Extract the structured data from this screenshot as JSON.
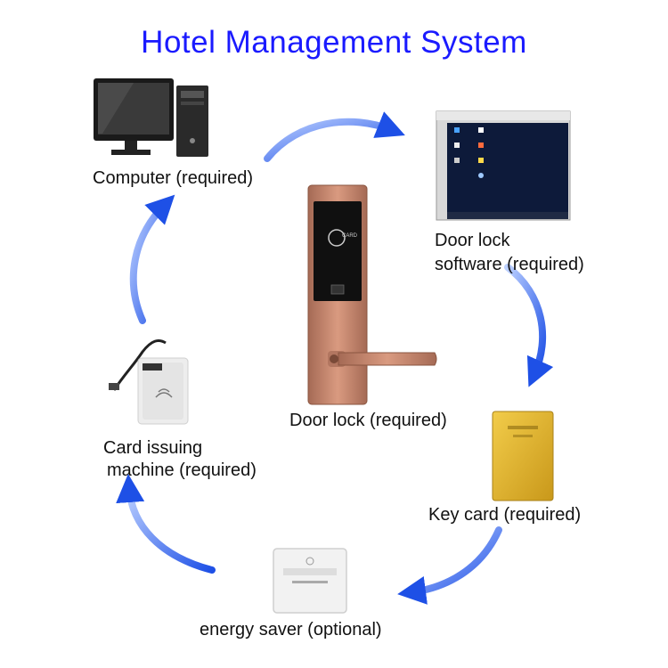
{
  "title": "Hotel Management System",
  "nodes": {
    "computer": {
      "label": "Computer (required)"
    },
    "software": {
      "label_line1": "Door lock",
      "label_line2": "software (required)"
    },
    "door_lock": {
      "label": "Door lock (required)",
      "card_mark": "CARD"
    },
    "key_card": {
      "label": "Key card (required)"
    },
    "energy_saver": {
      "label": "energy saver (optional)"
    },
    "card_issuer": {
      "label_line1": "Card issuing",
      "label_line2": "machine (required)"
    }
  },
  "colors": {
    "title": "#1a1aff",
    "arrow": "#1e50e6",
    "lock_body": "#c8866a",
    "card": "#e0b21f"
  }
}
